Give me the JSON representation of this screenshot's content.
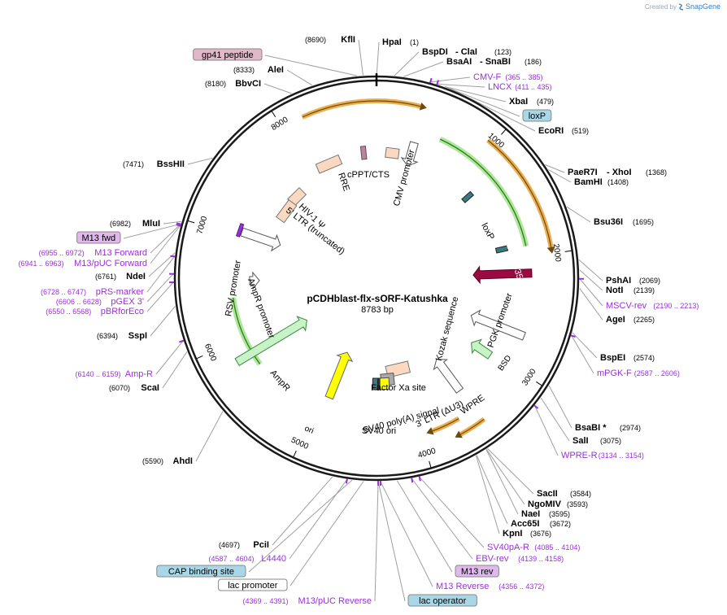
{
  "credit": {
    "prefix": "Created by",
    "brand": "SnapGene"
  },
  "plasmid": {
    "name": "pCDHblast-flx-sORF-Katushka",
    "length": "8783 bp"
  },
  "ticks": [
    "1000",
    "2000",
    "3000",
    "4000",
    "5000",
    "6000",
    "7000",
    "8000"
  ],
  "features": {
    "cppt": "cPPT/CTS",
    "cmv": "CMV promoter",
    "rre": "RRE",
    "hiv": "HIV-1 Ψ",
    "ltr5": "5' LTR (truncated)",
    "loxp": "loxP",
    "turbo": "TurboFP635",
    "pgk": "PGK promoter",
    "kozak": "Kozak sequence",
    "bsd": "BSD",
    "wpre": "WPRE",
    "ltr3": "3' LTR (ΔU3)",
    "svpa": "SV40 poly(A) signal",
    "svori": "SV40 ori",
    "factor": "Factor Xa site",
    "ori": "ori",
    "ampr": "AmpR",
    "ampp": "AmpR promoter",
    "rsv": "RSV promoter"
  },
  "labels_right": [
    {
      "name": "HpaI",
      "pos": "(1)"
    },
    {
      "name": "BspDI",
      "sep": "- ClaI",
      "pos": "(123)"
    },
    {
      "name": "BsaAI",
      "sep": "- SnaBI",
      "pos": "(186)"
    },
    {
      "pname": "CMV-F",
      "ppos": "(365 .. 385)"
    },
    {
      "pname": "LNCX",
      "ppos": "(411 .. 435)"
    },
    {
      "name": "XbaI",
      "pos": "(479)"
    },
    {
      "box": "loxP"
    },
    {
      "name": "EcoRI",
      "pos": "(519)"
    },
    {
      "name": "PaeR7I",
      "sep": "- XhoI",
      "pos": "(1368)"
    },
    {
      "name": "BamHI",
      "pos": "(1408)"
    },
    {
      "name": "Bsu36I",
      "pos": "(1695)"
    },
    {
      "name": "PshAI",
      "pos": "(2069)"
    },
    {
      "name": "NotI",
      "pos": "(2139)"
    },
    {
      "pname": "MSCV-rev",
      "ppos": "(2190 .. 2213)"
    },
    {
      "name": "AgeI",
      "pos": "(2265)"
    },
    {
      "name": "BspEI",
      "pos": "(2574)"
    },
    {
      "pname": "mPGK-F",
      "ppos": "(2587 .. 2606)"
    },
    {
      "name": "BsaBI *",
      "pos": "(2974)"
    },
    {
      "name": "SalI",
      "pos": "(3075)"
    },
    {
      "pname": "WPRE-R",
      "ppos": "(3134 .. 3154)"
    },
    {
      "name": "SacII",
      "pos": "(3584)"
    },
    {
      "name": "NgoMIV",
      "pos": "(3593)"
    },
    {
      "name": "NaeI",
      "pos": "(3595)"
    },
    {
      "name": "Acc65I",
      "pos": "(3672)"
    },
    {
      "name": "KpnI",
      "pos": "(3676)"
    },
    {
      "pname": "SV40pA-R",
      "ppos": "(4085 .. 4104)"
    },
    {
      "pname": "EBV-rev",
      "ppos": "(4139 .. 4158)"
    },
    {
      "box": "M13 rev"
    },
    {
      "pname": "M13 Reverse",
      "ppos": "(4356 .. 4372)"
    },
    {
      "box": "lac operator"
    }
  ],
  "labels_left": [
    {
      "name": "KflI",
      "pos": "(8690)"
    },
    {
      "box": "gp41 peptide"
    },
    {
      "name": "AleI",
      "pos": "(8333)"
    },
    {
      "name": "BbvCI",
      "pos": "(8180)"
    },
    {
      "name": "BssHII",
      "pos": "(7471)"
    },
    {
      "name": "MluI",
      "pos": "(6982)"
    },
    {
      "box": "M13 fwd"
    },
    {
      "pname": "M13 Forward",
      "ppos": "(6955 .. 6972)"
    },
    {
      "pname": "M13/pUC Forward",
      "ppos": "(6941 .. 6963)"
    },
    {
      "name": "NdeI",
      "pos": "(6761)"
    },
    {
      "pname": "pRS-marker",
      "ppos": "(6728 .. 6747)"
    },
    {
      "pname": "pGEX 3'",
      "ppos": "(6606 .. 6628)"
    },
    {
      "pname": "pBRforEco",
      "ppos": "(6550 .. 6568)"
    },
    {
      "name": "SspI",
      "pos": "(6394)"
    },
    {
      "pname": "Amp-R",
      "ppos": "(6140 .. 6159)"
    },
    {
      "name": "ScaI",
      "pos": "(6070)"
    },
    {
      "name": "AhdI",
      "pos": "(5590)"
    },
    {
      "name": "PciI",
      "pos": "(4697)"
    },
    {
      "pname": "L4440",
      "ppos": "(4587 .. 4604)"
    },
    {
      "box": "CAP binding site"
    },
    {
      "box": "lac promoter"
    },
    {
      "pname": "M13/pUC Reverse",
      "ppos": "(4369 .. 4391)"
    }
  ],
  "colors": {
    "backbone": "#1a1a1a",
    "orange": "#e8a030",
    "green": "#5cb030",
    "turbo": "#9b0a40",
    "primer": "#9b30d9",
    "feature_peach": "#fbd9c0",
    "feature_green": "#c8f2c8",
    "ori": "#ffff00",
    "teal": "#3b7a80",
    "box_blue": "#a8d8e8",
    "box_pink": "#e0b8c8",
    "box_violet": "#e0b8ec"
  }
}
